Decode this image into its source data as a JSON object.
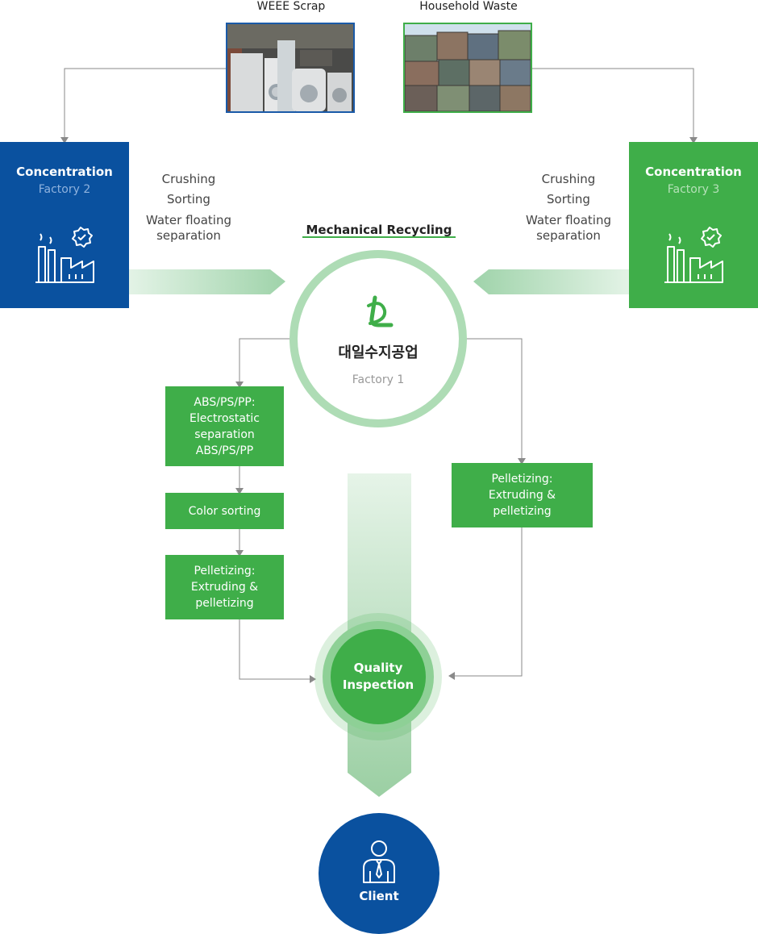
{
  "sources": {
    "weee": {
      "label": "WEEE Scrap"
    },
    "household": {
      "label": "Household Waste"
    }
  },
  "factory2": {
    "title": "Concentration",
    "subtitle": "Factory 2",
    "icon": "factory-icon"
  },
  "factory3": {
    "title": "Concentration",
    "subtitle": "Factory 3",
    "icon": "factory-icon"
  },
  "left_steps": [
    "Crushing",
    "Sorting",
    "Water floating",
    "separation"
  ],
  "right_steps": [
    "Crushing",
    "Sorting",
    "Water floating",
    "separation"
  ],
  "hub": {
    "title": "Mechanical Recycling",
    "company": "대일수지공업",
    "subtitle": "Factory 1"
  },
  "left_chain": [
    {
      "lines": [
        "ABS/PS/PP:",
        "Electrostatic",
        "separation",
        "ABS/PS/PP"
      ]
    },
    {
      "lines": [
        "Color sorting"
      ]
    },
    {
      "lines": [
        "Pelletizing:",
        "Extruding &",
        "pelletizing"
      ]
    }
  ],
  "right_chain": [
    {
      "lines": [
        "Pelletizing:",
        "Extruding &",
        "pelletizing"
      ]
    }
  ],
  "quality": {
    "lines": [
      "Quality",
      "Inspection"
    ]
  },
  "client": {
    "label": "Client",
    "icon": "person-icon"
  },
  "colors": {
    "blue": "#0a519f",
    "green": "#3fae49",
    "light_green": "#aedcb5",
    "connector": "#8a8a8a"
  }
}
